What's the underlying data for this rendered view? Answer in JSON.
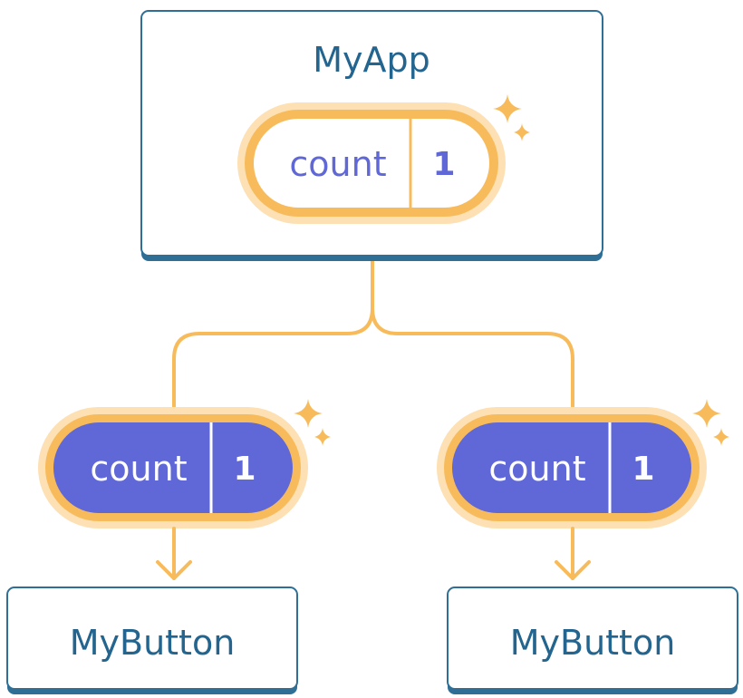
{
  "colors": {
    "component_border": "#2f6f95",
    "component_shadow": "#2f6f95",
    "component_text": "#23658f",
    "highlight": "#f8bb5b",
    "highlight_glow": "#fde0b3",
    "state_fill_inactive": "#ffffff",
    "state_fill_active": "#6068d8",
    "state_text_inactive": "#6068d8",
    "state_text_active": "#ffffff"
  },
  "parent": {
    "name": "MyApp",
    "state": {
      "key": "count",
      "value": "1"
    }
  },
  "children": [
    {
      "name": "MyButton",
      "prop": {
        "key": "count",
        "value": "1"
      }
    },
    {
      "name": "MyButton",
      "prop": {
        "key": "count",
        "value": "1"
      }
    }
  ],
  "icons": {
    "sparkle": "sparkle-icon",
    "arrow": "arrow-down-icon"
  }
}
